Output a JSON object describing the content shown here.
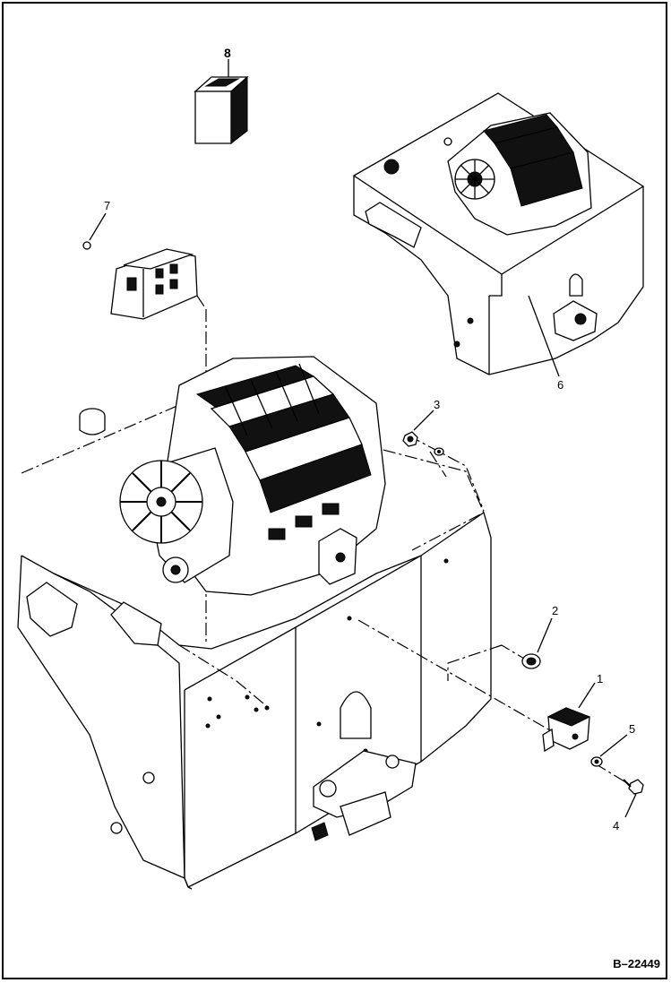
{
  "figure": {
    "id_label": "B–22449"
  },
  "callouts": [
    {
      "label": "1"
    },
    {
      "label": "2"
    },
    {
      "label": "3"
    },
    {
      "label": "4"
    },
    {
      "label": "5"
    },
    {
      "label": "6"
    },
    {
      "label": "7"
    },
    {
      "label": "8"
    }
  ]
}
